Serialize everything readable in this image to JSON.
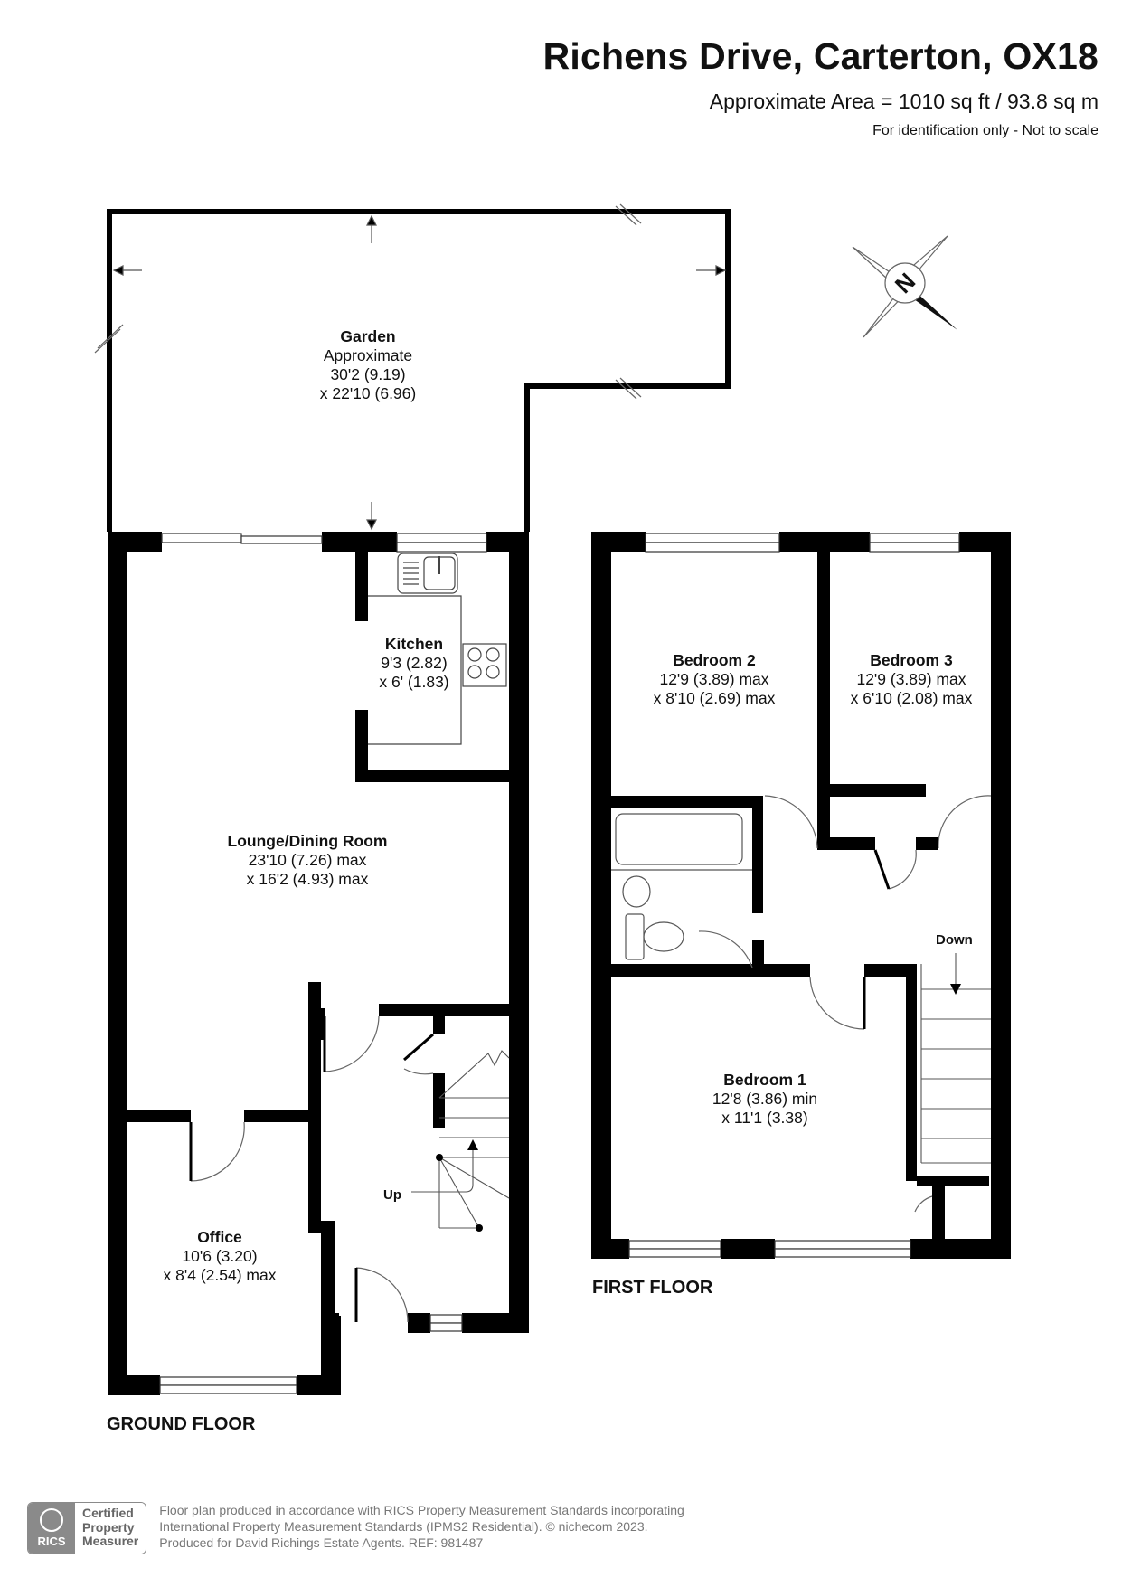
{
  "header": {
    "title": "Richens Drive, Carterton, OX18",
    "approximate_area": "Approximate Area = 1010 sq ft / 93.8 sq m",
    "disclaimer": "For identification only - Not to scale"
  },
  "compass": {
    "icon": "compass-north-icon",
    "label": "N"
  },
  "ground_floor": {
    "label": "GROUND FLOOR",
    "stairs_label": "Up",
    "rooms": [
      {
        "name": "Garden",
        "line1": "Approximate",
        "line2": "30'2 (9.19)",
        "line3": "x 22'10 (6.96)"
      },
      {
        "name": "Kitchen",
        "line1": "9'3 (2.82)",
        "line2": "x 6' (1.83)"
      },
      {
        "name": "Lounge/Dining Room",
        "line1": "23'10 (7.26) max",
        "line2": "x 16'2 (4.93) max"
      },
      {
        "name": "Office",
        "line1": "10'6 (3.20)",
        "line2": "x 8'4 (2.54) max"
      }
    ]
  },
  "first_floor": {
    "label": "FIRST FLOOR",
    "stairs_label": "Down",
    "rooms": [
      {
        "name": "Bedroom 2",
        "line1": "12'9 (3.89) max",
        "line2": "x 8'10 (2.69) max"
      },
      {
        "name": "Bedroom 3",
        "line1": "12'9 (3.89) max",
        "line2": "x 6'10 (2.08) max"
      },
      {
        "name": "Bedroom 1",
        "line1": "12'8 (3.86) min",
        "line2": "x 11'1 (3.38)"
      }
    ]
  },
  "footer": {
    "badge_logo": "RICS",
    "badge_lines": [
      "Certified",
      "Property",
      "Measurer"
    ],
    "text_lines": [
      "Floor plan produced in accordance with RICS Property Measurement Standards incorporating",
      "International Property Measurement Standards (IPMS2 Residential).   © nichecom 2023.",
      "Produced for David Richings Estate Agents.   REF:  981487"
    ]
  }
}
